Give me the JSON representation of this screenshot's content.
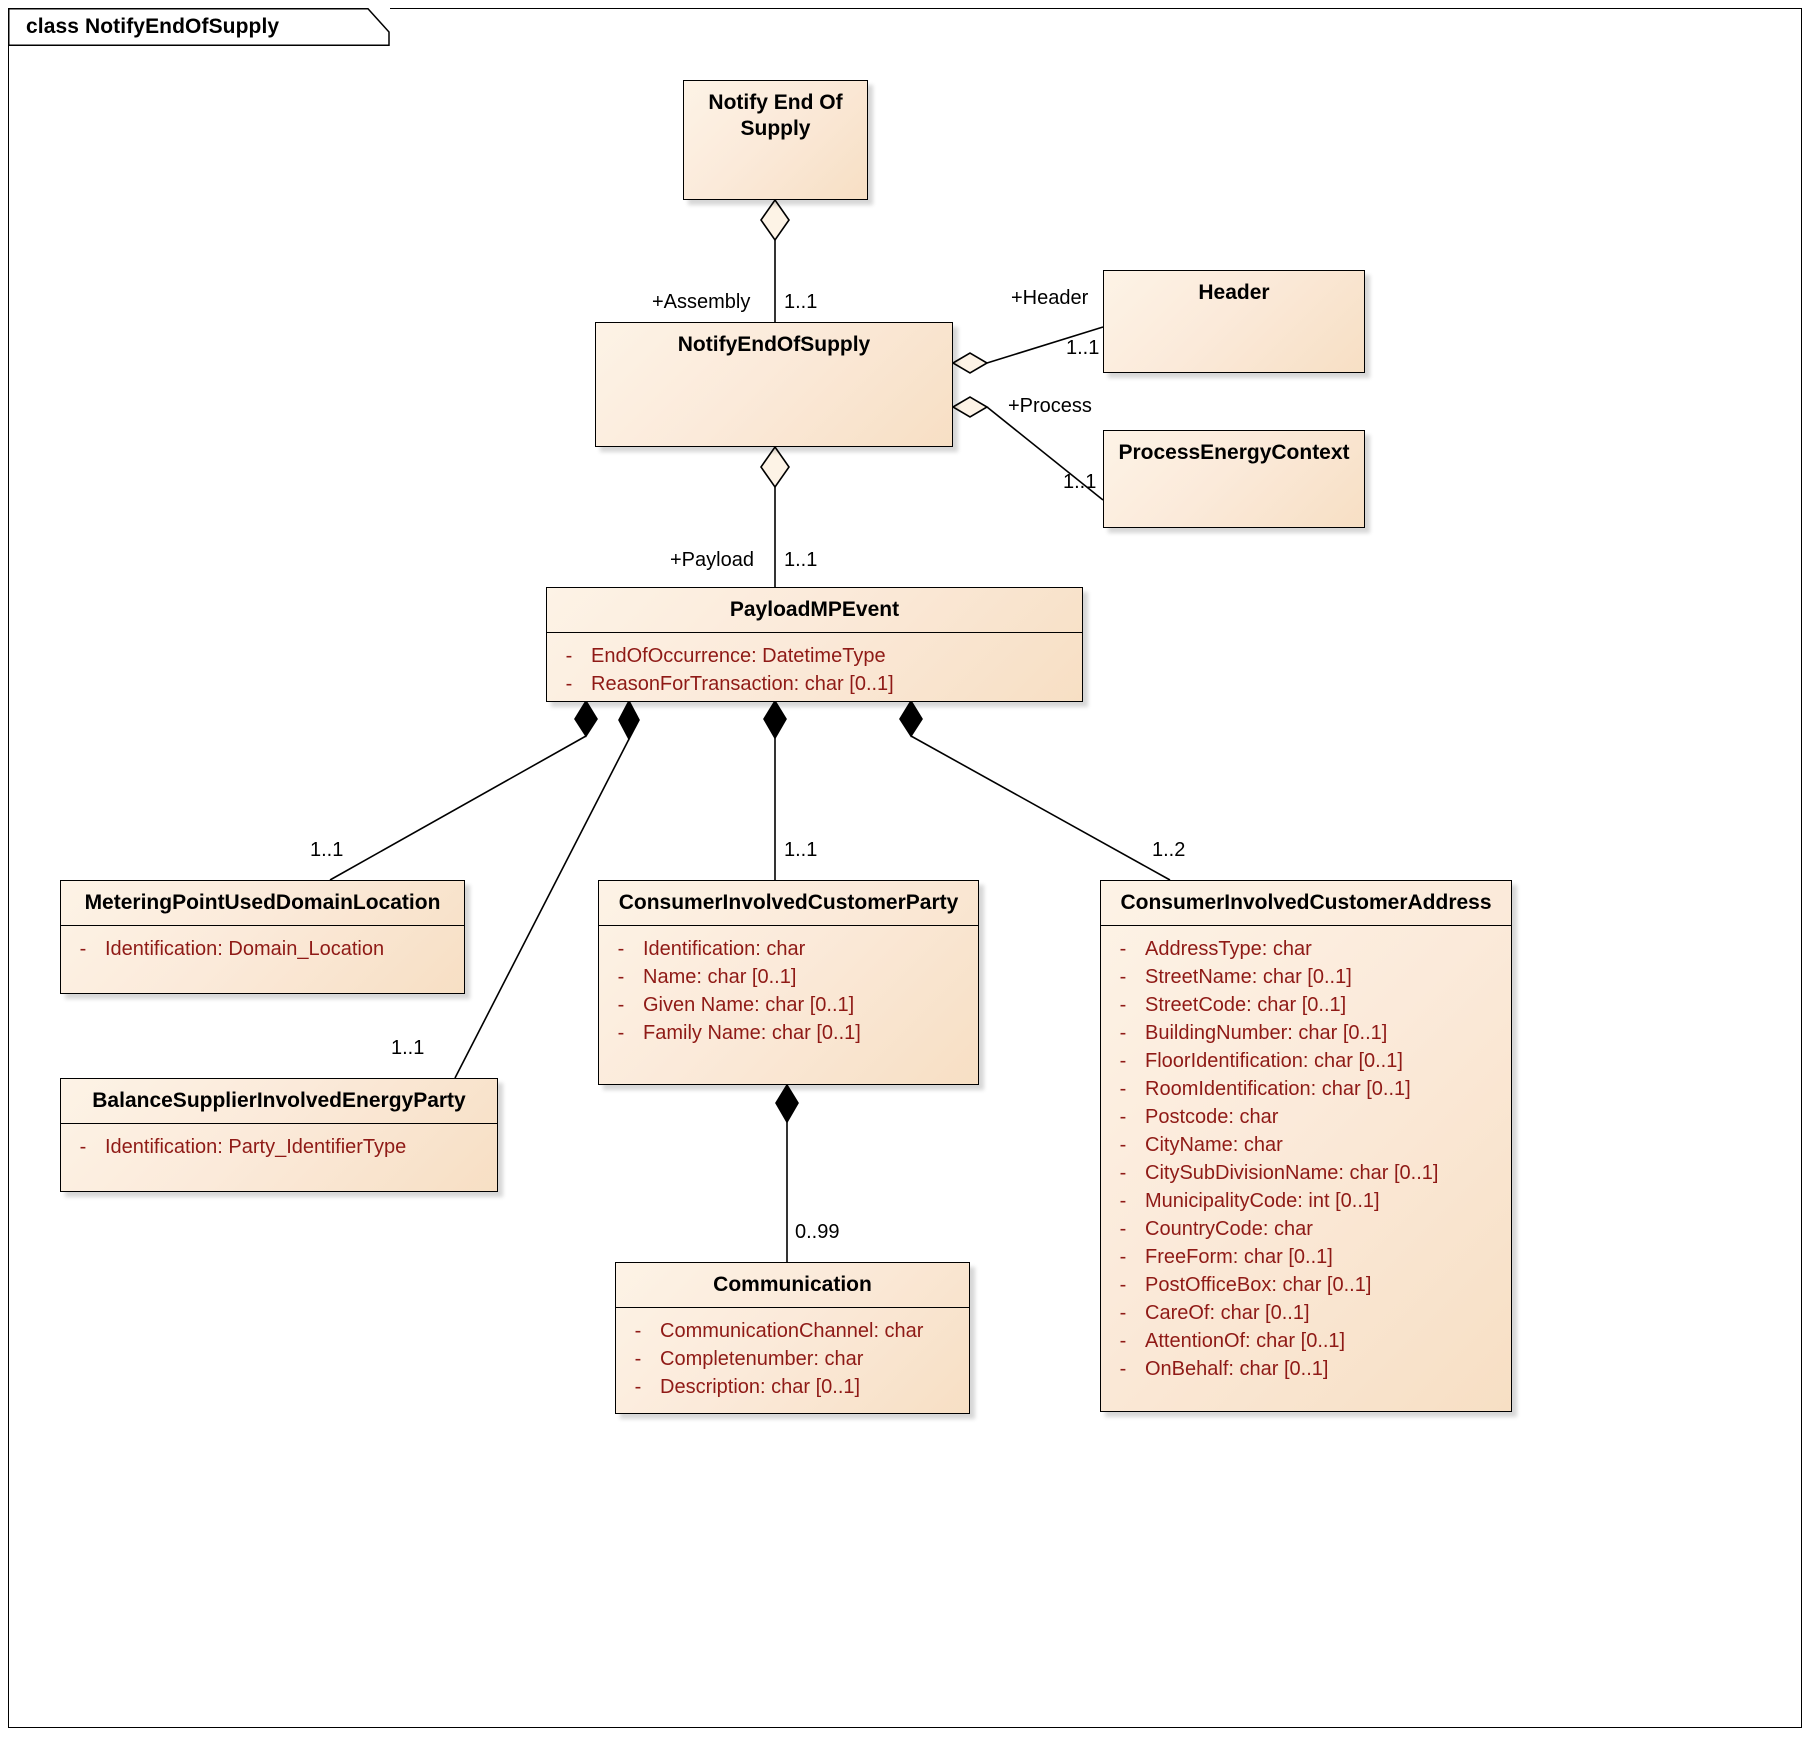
{
  "diagram": {
    "frame_label": "class NotifyEndOfSupply",
    "kind": "UML class diagram"
  },
  "classes": [
    {
      "id": "notify-end-of-supply-root",
      "name": "Notify End Of\nSupply",
      "attributes": []
    },
    {
      "id": "notifyendofsupply",
      "name": "NotifyEndOfSupply",
      "attributes": []
    },
    {
      "id": "header",
      "name": "Header",
      "attributes": []
    },
    {
      "id": "processenergycontext",
      "name": "ProcessEnergyContext",
      "attributes": []
    },
    {
      "id": "payloadmpevent",
      "name": "PayloadMPEvent",
      "attributes": [
        {
          "visibility": "-",
          "signature": "EndOfOccurrence: DatetimeType"
        },
        {
          "visibility": "-",
          "signature": "ReasonForTransaction: char [0..1]"
        }
      ]
    },
    {
      "id": "meteringpointuseddomainlocation",
      "name": "MeteringPointUsedDomainLocation",
      "attributes": [
        {
          "visibility": "-",
          "signature": "Identification: Domain_Location"
        }
      ]
    },
    {
      "id": "balancesupplierinvolvedenergyparty",
      "name": "BalanceSupplierInvolvedEnergyParty",
      "attributes": [
        {
          "visibility": "-",
          "signature": "Identification: Party_IdentifierType"
        }
      ]
    },
    {
      "id": "consumerinvolvedcustomerparty",
      "name": "ConsumerInvolvedCustomerParty",
      "attributes": [
        {
          "visibility": "-",
          "signature": "Identification: char"
        },
        {
          "visibility": "-",
          "signature": "Name: char [0..1]"
        },
        {
          "visibility": "-",
          "signature": "Given Name: char [0..1]"
        },
        {
          "visibility": "-",
          "signature": "Family Name: char [0..1]"
        }
      ]
    },
    {
      "id": "consumerinvolvedcustomeraddress",
      "name": "ConsumerInvolvedCustomerAddress",
      "attributes": [
        {
          "visibility": "-",
          "signature": "AddressType: char"
        },
        {
          "visibility": "-",
          "signature": "StreetName: char [0..1]"
        },
        {
          "visibility": "-",
          "signature": "StreetCode: char [0..1]"
        },
        {
          "visibility": "-",
          "signature": "BuildingNumber: char [0..1]"
        },
        {
          "visibility": "-",
          "signature": "FloorIdentification: char [0..1]"
        },
        {
          "visibility": "-",
          "signature": "RoomIdentification: char [0..1]"
        },
        {
          "visibility": "-",
          "signature": "Postcode: char"
        },
        {
          "visibility": "-",
          "signature": "CityName: char"
        },
        {
          "visibility": "-",
          "signature": "CitySubDivisionName: char [0..1]"
        },
        {
          "visibility": "-",
          "signature": "MunicipalityCode: int [0..1]"
        },
        {
          "visibility": "-",
          "signature": "CountryCode: char"
        },
        {
          "visibility": "-",
          "signature": "FreeForm: char [0..1]"
        },
        {
          "visibility": "-",
          "signature": "PostOfficeBox: char [0..1]"
        },
        {
          "visibility": "-",
          "signature": "CareOf: char [0..1]"
        },
        {
          "visibility": "-",
          "signature": "AttentionOf: char [0..1]"
        },
        {
          "visibility": "-",
          "signature": "OnBehalf: char [0..1]"
        }
      ]
    },
    {
      "id": "communication",
      "name": "Communication",
      "attributes": [
        {
          "visibility": "-",
          "signature": "CommunicationChannel: char"
        },
        {
          "visibility": "-",
          "signature": "Completenumber: char"
        },
        {
          "visibility": "-",
          "signature": "Description: char [0..1]"
        }
      ]
    }
  ],
  "relationships": [
    {
      "id": "rel-assembly",
      "role": "+Assembly",
      "multiplicity": "1..1",
      "type": "aggregation",
      "from": "notify-end-of-supply-root",
      "to": "notifyendofsupply"
    },
    {
      "id": "rel-header",
      "role": "+Header",
      "multiplicity": "1..1",
      "type": "aggregation",
      "from": "notifyendofsupply",
      "to": "header"
    },
    {
      "id": "rel-process",
      "role": "+Process",
      "multiplicity": "1..1",
      "type": "aggregation",
      "from": "notifyendofsupply",
      "to": "processenergycontext"
    },
    {
      "id": "rel-payload",
      "role": "+Payload",
      "multiplicity": "1..1",
      "type": "aggregation",
      "from": "notifyendofsupply",
      "to": "payloadmpevent"
    },
    {
      "id": "rel-mpudl",
      "role": "",
      "multiplicity": "1..1",
      "type": "composition",
      "from": "payloadmpevent",
      "to": "meteringpointuseddomainlocation"
    },
    {
      "id": "rel-bsiep",
      "role": "",
      "multiplicity": "1..1",
      "type": "composition",
      "from": "payloadmpevent",
      "to": "balancesupplierinvolvedenergyparty"
    },
    {
      "id": "rel-cicp",
      "role": "",
      "multiplicity": "1..1",
      "type": "composition",
      "from": "payloadmpevent",
      "to": "consumerinvolvedcustomerparty"
    },
    {
      "id": "rel-cica",
      "role": "",
      "multiplicity": "1..2",
      "type": "composition",
      "from": "payloadmpevent",
      "to": "consumerinvolvedcustomeraddress"
    },
    {
      "id": "rel-comm",
      "role": "",
      "multiplicity": "0..99",
      "type": "composition",
      "from": "consumerinvolvedcustomerparty",
      "to": "communication"
    }
  ],
  "colors": {
    "class_fill_light": "#fdf3e6",
    "class_fill_dark": "#f7dfc4",
    "class_border": "#000000",
    "attribute_text": "#8f1a16",
    "name_text": "#000000",
    "link_line": "#000000",
    "page_background": "#ffffff"
  }
}
